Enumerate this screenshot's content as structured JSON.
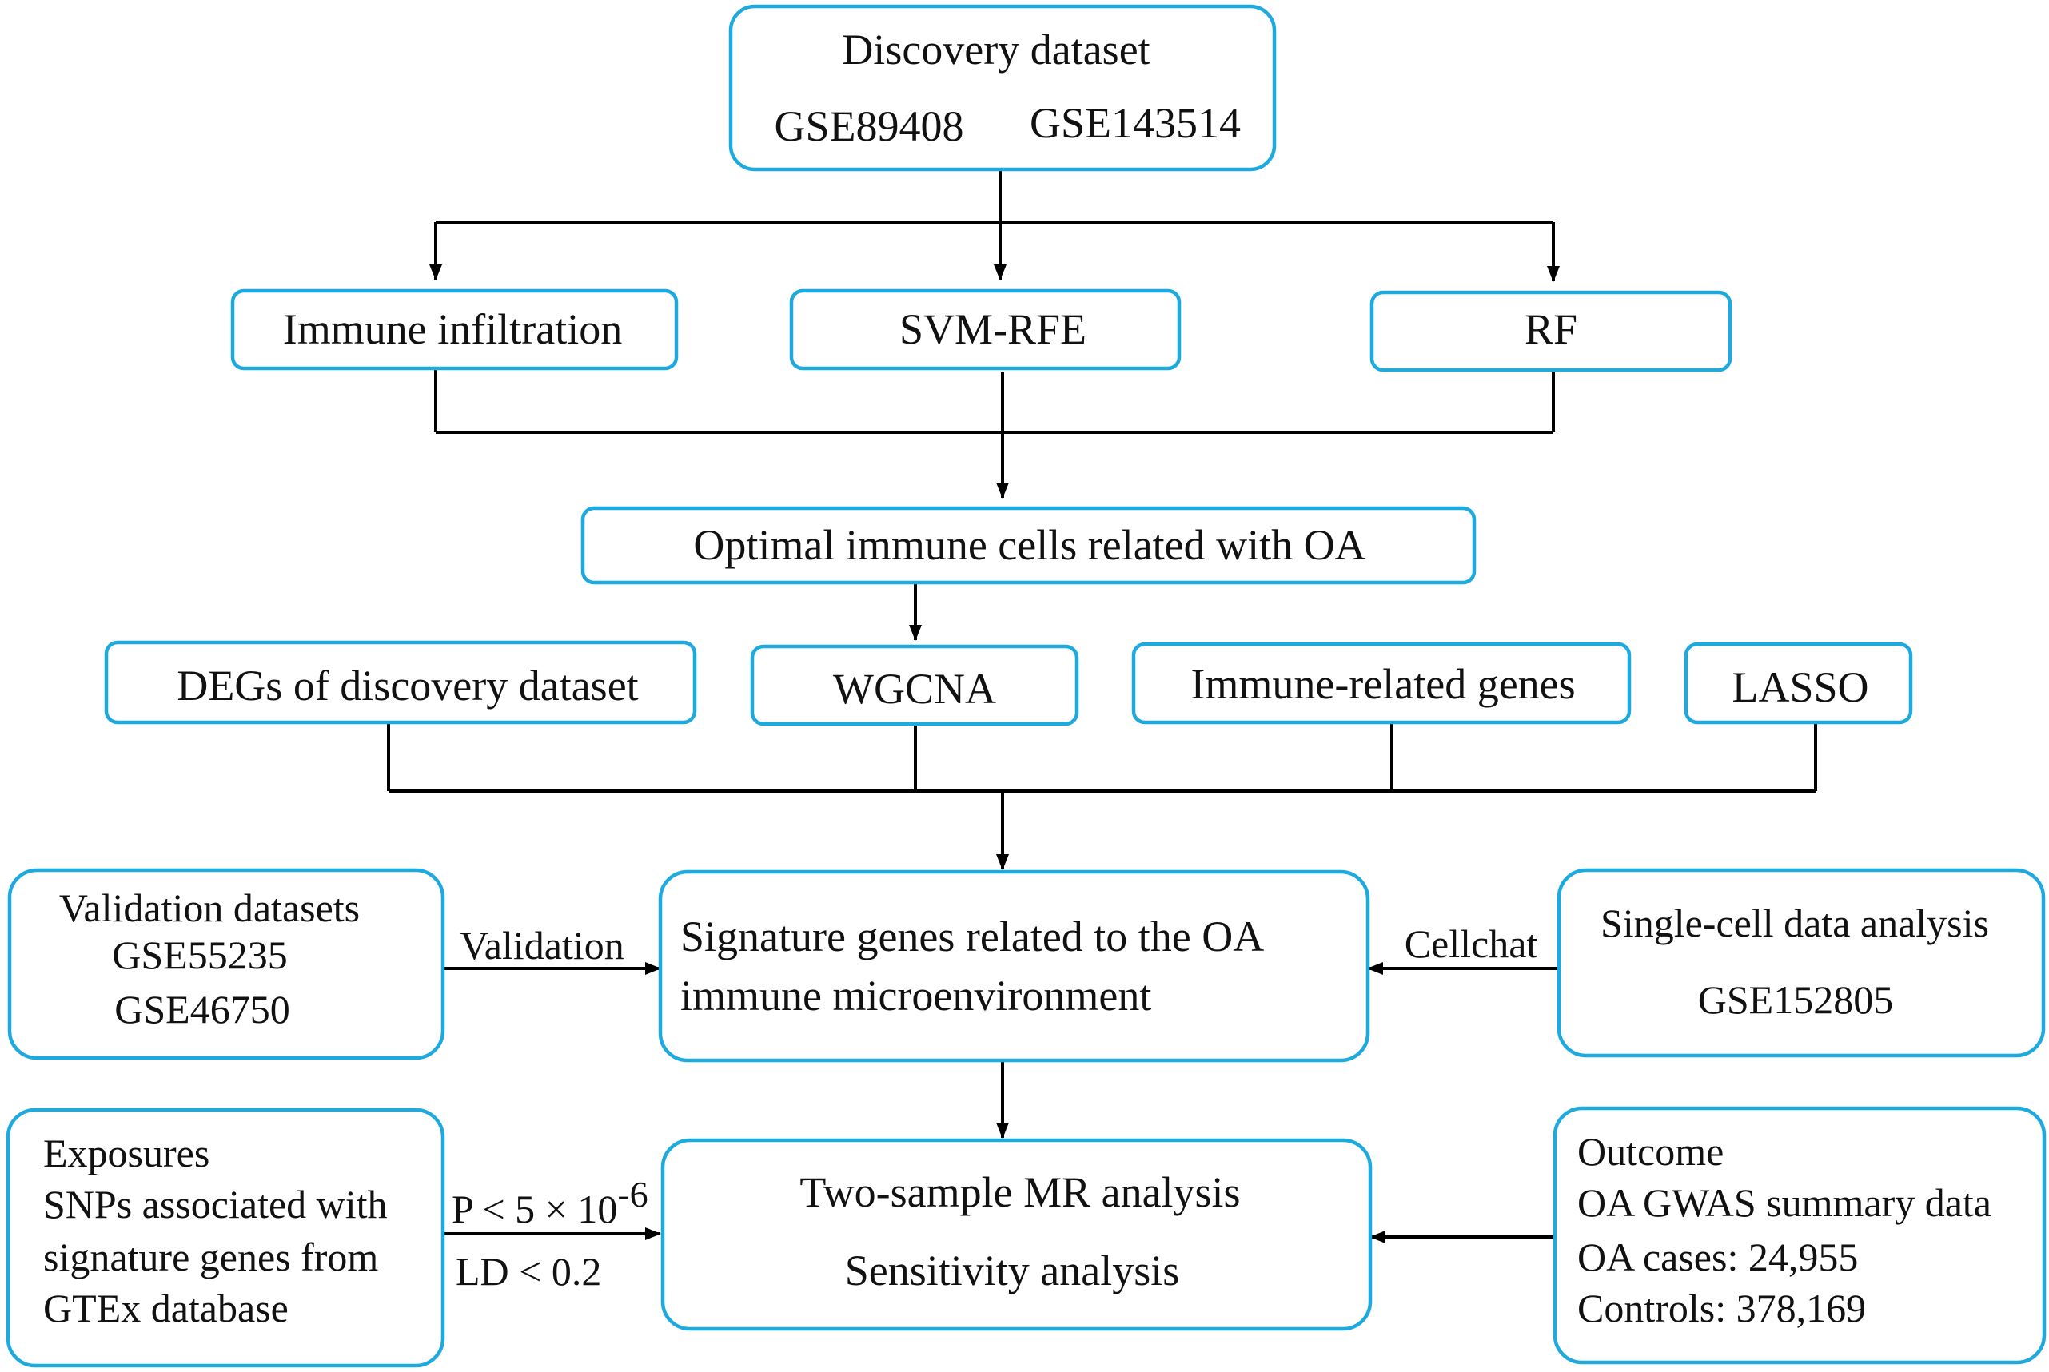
{
  "discovery": {
    "title": "Discovery dataset",
    "gse1": "GSE89408",
    "gse2": "GSE143514"
  },
  "methods_1": {
    "immune": "Immune infiltration",
    "svm": "SVM-RFE",
    "rf": "RF"
  },
  "optimal": {
    "label": "Optimal immune cells related with OA"
  },
  "methods_2": {
    "degs": "DEGs of discovery dataset",
    "wgcna": "WGCNA",
    "immune_genes": "Immune-related genes",
    "lasso": "LASSO"
  },
  "validation": {
    "title": "Validation datasets",
    "gse1": "GSE55235",
    "gse2": "GSE46750",
    "arrow_label": "Validation"
  },
  "signature": {
    "line1": "Signature genes related to the OA",
    "line2": "immune microenvironment"
  },
  "single_cell": {
    "title": "Single-cell data analysis",
    "gse": "GSE152805",
    "arrow_label": "Cellchat"
  },
  "exposures": {
    "title": "Exposures",
    "line1": "SNPs associated with",
    "line2": "signature genes from",
    "line3": "GTEx database",
    "p_threshold_base": "P < 5 × 10",
    "p_threshold_exp": "-6",
    "ld_threshold": "LD < 0.2"
  },
  "mr": {
    "line1": "Two-sample MR analysis",
    "line2": "Sensitivity analysis"
  },
  "outcome": {
    "title": "Outcome",
    "line1": "OA GWAS summary data",
    "line2": "OA cases: 24,955",
    "line3": "Controls: 378,169"
  },
  "colors": {
    "box_border": "#1eaadf",
    "connector": "#000000"
  }
}
